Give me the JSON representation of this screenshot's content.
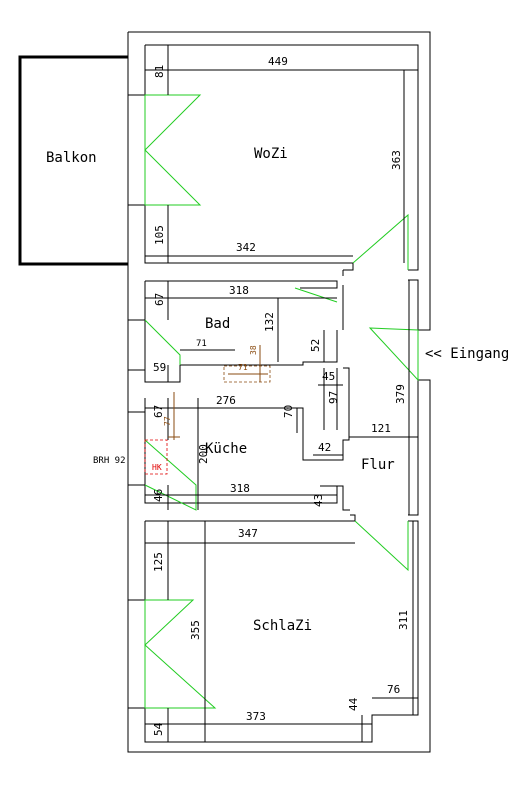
{
  "rooms": {
    "balkon": "Balkon",
    "wozi": "WoZi",
    "bad": "Bad",
    "kueche": "Küche",
    "flur": "Flur",
    "schlazi": "SchlaZi"
  },
  "entrance_label": "<< Eingang",
  "kitchen_note": "BRH 92",
  "heater_label": "HK",
  "dimensions": {
    "wozi_width": "449",
    "wozi_top": "81",
    "wozi_height": "363",
    "wozi_bottom_left": "105",
    "wozi_bottom_width": "342",
    "bad_width": "318",
    "bad_left": "67",
    "bad_height": "132",
    "bad_right": "52",
    "bad_71": "71",
    "bad_38": "38",
    "bad_71_brown": "71",
    "bad_59": "59",
    "flur_45": "45",
    "flur_97": "97",
    "flur_379": "379",
    "flur_121": "121",
    "flur_42": "42",
    "kueche_width": "276",
    "kueche_67": "67",
    "kueche_77": "77",
    "kueche_70": "70",
    "kueche_200": "200",
    "kueche_bottom": "318",
    "kueche_46": "46",
    "kueche_43": "43",
    "schlazi_width": "347",
    "schlazi_125": "125",
    "schlazi_355": "355",
    "schlazi_311": "311",
    "schlazi_76": "76",
    "schlazi_44": "44",
    "schlazi_bottom": "373",
    "schlazi_54": "54"
  }
}
